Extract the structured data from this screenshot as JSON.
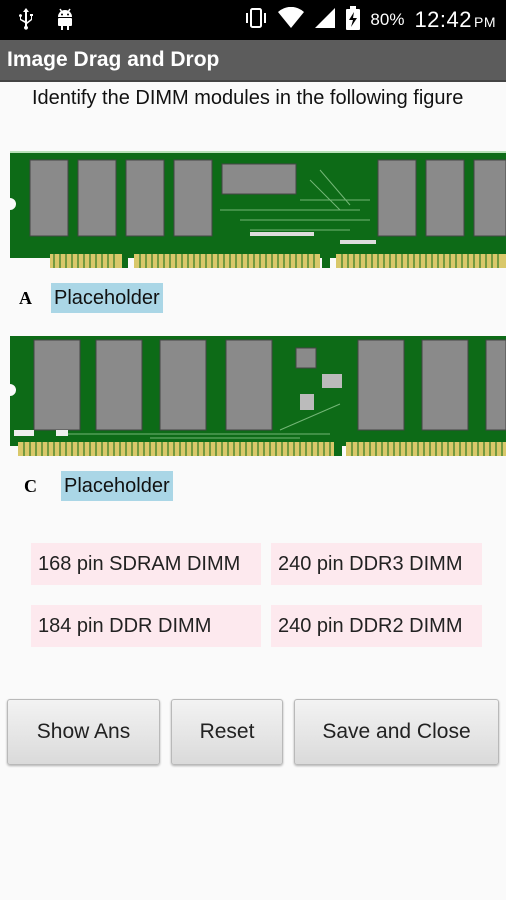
{
  "status": {
    "battery": "80%",
    "time": "12:42",
    "ampm": "PM"
  },
  "app": {
    "title": "Image Drag and Drop"
  },
  "question": "Identify the DIMM modules in the following figure",
  "items": [
    {
      "letter": "A",
      "placeholder": "Placeholder"
    },
    {
      "letter": "C",
      "placeholder": "Placeholder"
    }
  ],
  "options": [
    "168 pin SDRAM DIMM",
    "240 pin DDR3 DIMM",
    "184 pin DDR DIMM",
    "240 pin DDR2 DIMM"
  ],
  "buttons": {
    "show": "Show Ans",
    "reset": "Reset",
    "save": "Save and Close"
  },
  "colors": {
    "pcb": "#0d6b17",
    "chip": "#8a8a8a",
    "pins": "#d9c86a",
    "placeholder": "#aad6e6",
    "option_bg": "#fde9ee"
  }
}
